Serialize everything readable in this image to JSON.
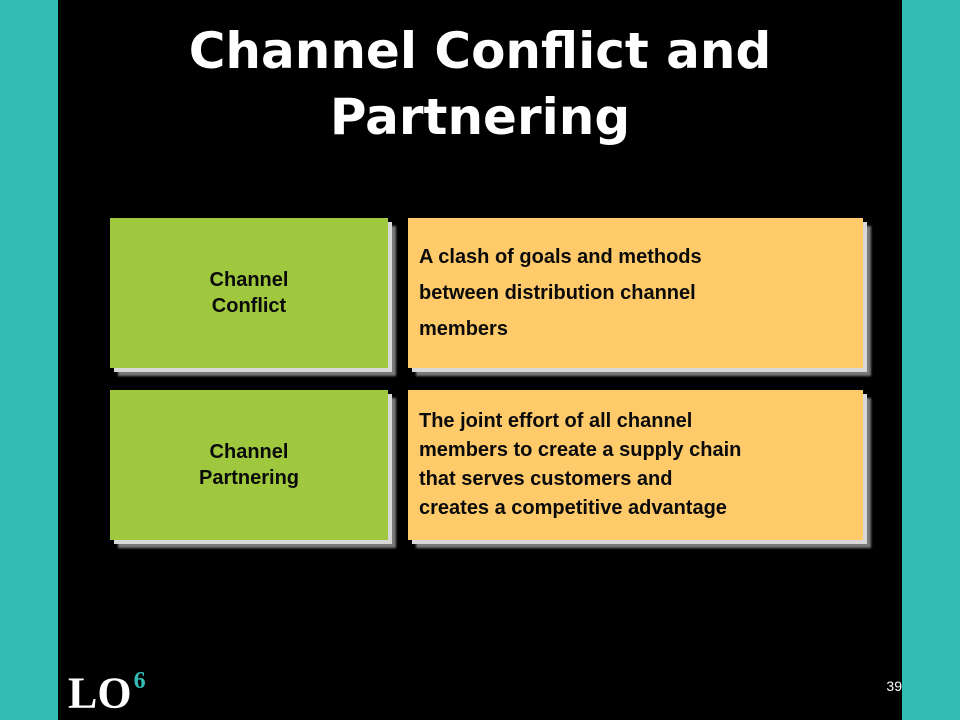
{
  "title": "Channel Conflict and\nPartnering",
  "rows": [
    {
      "term": "Channel\nConflict",
      "definition": "A clash of goals and methods\nbetween distribution channel\nmembers"
    },
    {
      "term": "Channel\nPartnering",
      "definition": "The joint effort of all channel\nmembers to create a supply chain\nthat serves customers and\ncreates a competitive advantage"
    }
  ],
  "footer": {
    "lo_label": "LO",
    "lo_number": "6",
    "page_number": "39"
  },
  "colors": {
    "side_bars": "#33bbb6",
    "background": "#000000",
    "term_box": "#9fc83f",
    "definition_box": "#ffca6a"
  }
}
